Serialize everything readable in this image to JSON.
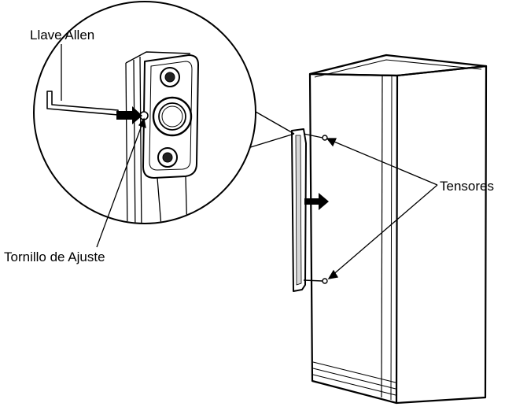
{
  "labels": {
    "allen_key": "Llave Allen",
    "tensioners": "Tensores",
    "adjust_screw": "Tornillo de Ajuste"
  },
  "colors": {
    "line": "#000000",
    "background": "#ffffff",
    "shade": "#d8d8d8"
  }
}
